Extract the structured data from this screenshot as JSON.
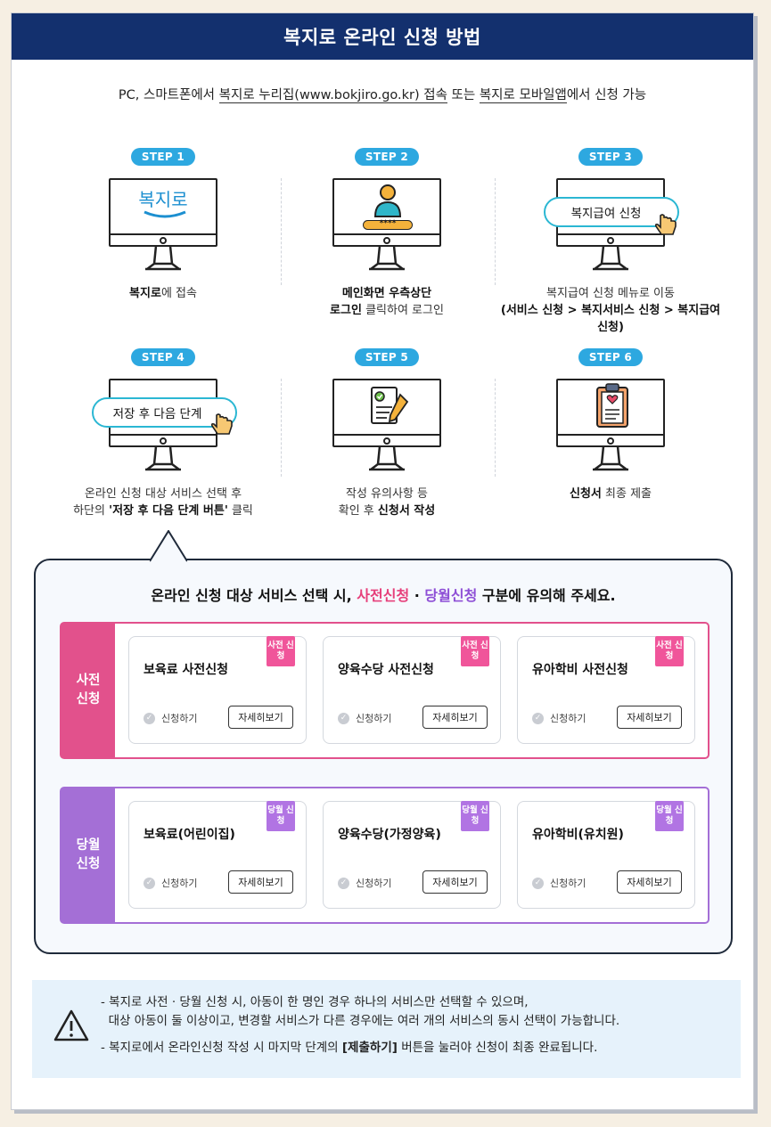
{
  "title": "복지로 온라인 신청 방법",
  "intro": {
    "prefix": "PC, 스마트폰에서 ",
    "link1": "복지로 누리집(www.bokjiro.go.kr) 접속",
    "middle": " 또는 ",
    "link2": "복지로 모바일앱",
    "suffix": "에서 신청 가능"
  },
  "steps": [
    {
      "badge": "STEP 1",
      "logo": "복지로",
      "line1_bold": "복지로",
      "line1_rest": "에 접속",
      "line2": ""
    },
    {
      "badge": "STEP 2",
      "masked": "****",
      "line1_bold": "메인화면 우측상단",
      "line2_bold": "로그인",
      "line2_rest": " 클릭하여 로그인"
    },
    {
      "badge": "STEP 3",
      "pill": "복지급여 신청",
      "line1": "복지급여 신청 메뉴로 이동",
      "line2_bold": "(서비스 신청 > 복지서비스 신청 > 복지급여 신청)"
    },
    {
      "badge": "STEP 4",
      "pill": "저장 후 다음 단계",
      "line1": "온라인 신청 대상 서비스 선택 후",
      "line2_pre": "하단의 ",
      "line2_bold": "'저장 후 다음 단계 버튼'",
      "line2_rest": " 클릭"
    },
    {
      "badge": "STEP 5",
      "line1": "작성 유의사항 등",
      "line2_pre": "확인 후 ",
      "line2_bold": "신청서 작성"
    },
    {
      "badge": "STEP 6",
      "line1_bold": "신청서",
      "line1_rest": " 최종 제출"
    }
  ],
  "notice_box": {
    "title_pre": "온라인 신청 대상 서비스 선택 시, ",
    "title_pre_apply": "사전신청",
    "title_dot": " · ",
    "title_cur_apply": "당월신청",
    "title_post": " 구분에 유의해 주세요.",
    "groups": [
      {
        "label": "사전\n신청",
        "color": "#e2518c",
        "tag": "사전\n신청",
        "tag_color": "#f0559a",
        "services": [
          "보육료 사전신청",
          "양육수당 사전신청",
          "유아학비 사전신청"
        ]
      },
      {
        "label": "당월\n신청",
        "color": "#a46fd6",
        "tag": "당월\n신청",
        "tag_color": "#b174e3",
        "services": [
          "보육료(어린이집)",
          "양육수당(가정양육)",
          "유아학비(유치원)"
        ]
      }
    ],
    "apply_label": "신청하기",
    "detail_label": "자세히보기"
  },
  "footer": {
    "line1": "- 복지로 사전 · 당월 신청 시, 아동이 한 명인 경우 하나의 서비스만 선택할 수 있으며,",
    "line2": "  대상 아동이 둘 이상이고, 변경할 서비스가 다른 경우에는 여러 개의 서비스의 동시 선택이 가능합니다.",
    "line3_pre": "- 복지로에서 온라인신청 작성 시 마지막 단계의 ",
    "line3_bold": "[제출하기]",
    "line3_post": " 버튼을 눌러야 신청이 최종 완료됩니다."
  }
}
